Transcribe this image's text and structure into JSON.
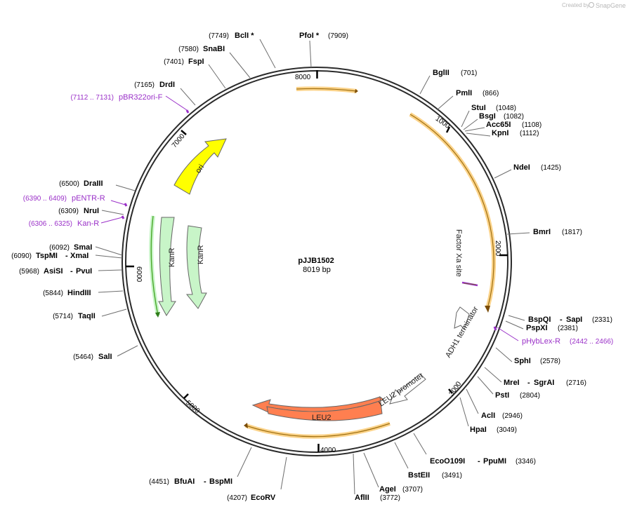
{
  "credit": {
    "prefix": "Created by",
    "brand": "SnapGene"
  },
  "plasmid": {
    "name": "pJJB1502",
    "length_label": "8019 bp"
  },
  "ticks": [
    "1000",
    "2000",
    "3000",
    "4000",
    "5000",
    "6000",
    "7000",
    "8000"
  ],
  "features": {
    "ori": "ori",
    "kanr_outer": "KanR",
    "kanr_inner": "KanR",
    "leu2": "LEU2",
    "factor_xa": "Factor Xa site",
    "adh1_term": "ADH1 terminator",
    "leu2_promoter": "LEU2 promoter"
  },
  "sites": [
    {
      "pos": "(7749)",
      "name": "BclI *"
    },
    {
      "pos": "(7909)",
      "name": "PfoI *"
    },
    {
      "pos": "(7580)",
      "name": "SnaBI"
    },
    {
      "pos": "(7401)",
      "name": "FspI"
    },
    {
      "pos": "(7165)",
      "name": "DrdI"
    },
    {
      "name": "BglII",
      "pos": "(701)"
    },
    {
      "name": "PmlI",
      "pos": "(866)"
    },
    {
      "name": "StuI",
      "pos": "(1048)"
    },
    {
      "name": "BsgI",
      "pos": "(1082)"
    },
    {
      "name": "Acc65I",
      "pos": "(1108)"
    },
    {
      "name": "KpnI",
      "pos": "(1112)"
    },
    {
      "name": "NdeI",
      "pos": "(1425)"
    },
    {
      "name": "BmrI",
      "pos": "(1817)"
    },
    {
      "name": "BspQI",
      "name2": "SapI",
      "pos": "(2331)"
    },
    {
      "name": "PspXI",
      "pos": "(2381)"
    },
    {
      "name": "SphI",
      "pos": "(2578)"
    },
    {
      "name": "MreI",
      "name2": "SgrAI",
      "pos": "(2716)"
    },
    {
      "name": "PstI",
      "pos": "(2804)"
    },
    {
      "name": "AclI",
      "pos": "(2946)"
    },
    {
      "name": "HpaI",
      "pos": "(3049)"
    },
    {
      "name": "EcoO109I",
      "name2": "PpuMI",
      "pos": "(3346)"
    },
    {
      "name": "BstEII",
      "pos": "(3491)"
    },
    {
      "name": "AgeI",
      "pos": "(3707)"
    },
    {
      "name": "AflII",
      "pos": "(3772)"
    },
    {
      "pos": "(4207)",
      "name": "EcoRV"
    },
    {
      "pos": "(4451)",
      "name": "BfuAI",
      "name2": "BspMI"
    },
    {
      "pos": "(5464)",
      "name": "SalI"
    },
    {
      "pos": "(5714)",
      "name": "TaqII"
    },
    {
      "pos": "(5844)",
      "name": "HindIII"
    },
    {
      "pos": "(5968)",
      "name": "AsiSI",
      "name2": "PvuI"
    },
    {
      "pos": "(6090)",
      "name": "TspMI",
      "name2": "XmaI"
    },
    {
      "pos": "(6092)",
      "name": "SmaI"
    },
    {
      "pos": "(6309)",
      "name": "NruI"
    },
    {
      "pos": "(6500)",
      "name": "DraIII"
    }
  ],
  "primers": [
    {
      "pos": "(7112 .. 7131)",
      "name": "pBR322ori-F"
    },
    {
      "pos": "(6390 .. 6409)",
      "name": "pENTR-R"
    },
    {
      "pos": "(6306 .. 6325)",
      "name": "Kan-R"
    },
    {
      "name": "pHybLex-R",
      "pos": "(2442 .. 2466)"
    }
  ],
  "colors": {
    "backbone": "#2b2b2b",
    "ori": "#ffff00",
    "kanr": "#c8f5c8",
    "leu2": "#ff7f50",
    "orf_highlight": "#fbd38a",
    "orf_line": "#a07010",
    "primer": "#9a30c8",
    "kan_orf_line": "#4aa82a"
  }
}
